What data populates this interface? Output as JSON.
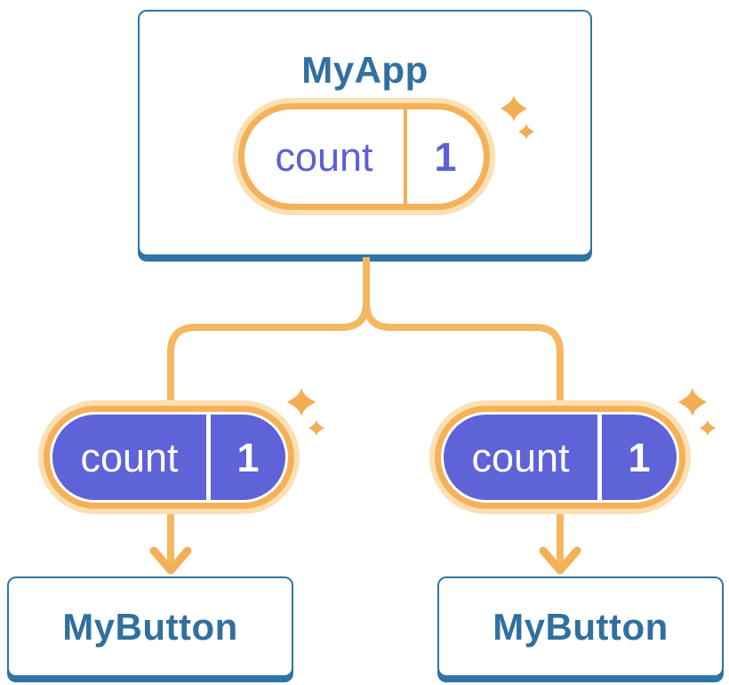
{
  "tree": {
    "root": {
      "title": "MyApp",
      "state": {
        "name": "count",
        "value": "1"
      }
    },
    "children": [
      {
        "title": "MyButton",
        "state": {
          "name": "count",
          "value": "1"
        }
      },
      {
        "title": "MyButton",
        "state": {
          "name": "count",
          "value": "1"
        }
      }
    ]
  },
  "icons": {
    "sparkle_icon": "✦",
    "arrow_down_icon": "↓"
  },
  "colors": {
    "card_border": "#34759f",
    "card_shadow": "#2e74a4",
    "component_text": "#30709f",
    "state_text_purple": "#5b60d6",
    "pill_fill_active": "#5e63d8",
    "pill_ring_orange": "#f5b15a",
    "pill_halo": "#fbe0b3",
    "connector_orange": "#f5b75f",
    "sparkle_orange": "#f3ad52"
  }
}
